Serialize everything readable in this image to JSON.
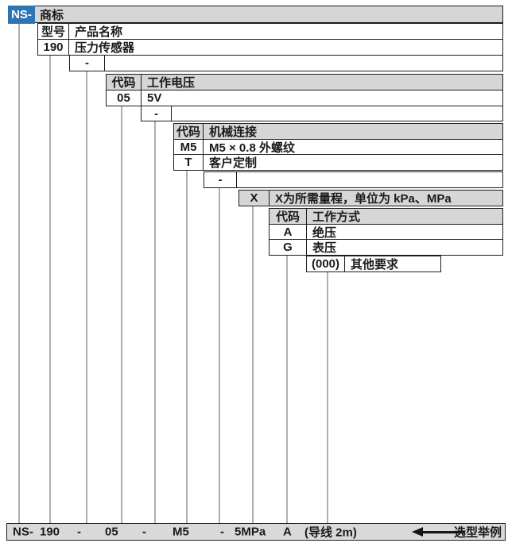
{
  "colors": {
    "brand_blue": "#2e75b6",
    "header_gray": "#d6d6d6",
    "bar_gray": "#d9d9d9",
    "drop_line_gray": "#aeaeae",
    "border_black": "#1c1c1c"
  },
  "brand": "NS-",
  "trademark": "商标",
  "model": {
    "h1": "型号",
    "h2": "产品名称",
    "code": "190",
    "name": "压力传感器"
  },
  "sep1": "-",
  "sep2": "-",
  "sep3": "-",
  "voltage": {
    "h1": "代码",
    "h2": "工作电压",
    "code": "05",
    "value": "5V"
  },
  "mech": {
    "h1": "代码",
    "h2": "机械连接",
    "rows": [
      {
        "code": "M5",
        "desc": "M5 × 0.8 外螺纹"
      },
      {
        "code": "T",
        "desc": "客户定制"
      }
    ]
  },
  "range": {
    "code": "X",
    "desc": "X为所需量程，单位为 kPa、MPa"
  },
  "mode": {
    "h1": "代码",
    "h2": "工作方式",
    "rows": [
      {
        "code": "A",
        "desc": "绝压"
      },
      {
        "code": "G",
        "desc": "表压"
      }
    ]
  },
  "other": {
    "code": "(000)",
    "desc": "其他要求"
  },
  "example": {
    "items": [
      "NS-",
      "190",
      "-",
      "05",
      "-",
      "M5",
      "-",
      "5MPa",
      "A",
      "(导线 2m)"
    ],
    "label": "选型举例"
  }
}
